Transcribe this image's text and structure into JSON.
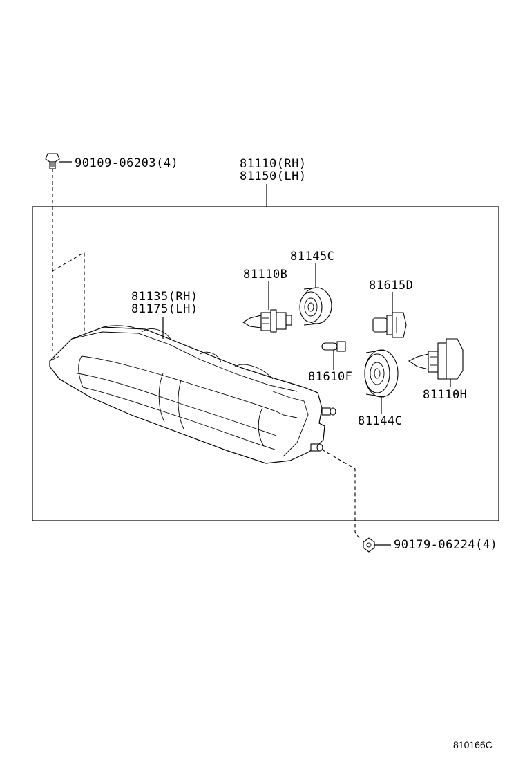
{
  "labels": {
    "bolt_top": "90109-06203(4)",
    "assembly_rh": "81110(RH)",
    "assembly_lh": "81150(LH)",
    "lens_rh": "81135(RH)",
    "lens_lh": "81175(LH)",
    "socket_81145c": "81145C",
    "bulb_81110b": "81110B",
    "bulb_81615d": "81615D",
    "bulb_81610f": "81610F",
    "bulb_81110h": "81110H",
    "socket_81144c": "81144C",
    "nut_bottom": "90179-06224(4)"
  },
  "figure_ref": "810166C"
}
